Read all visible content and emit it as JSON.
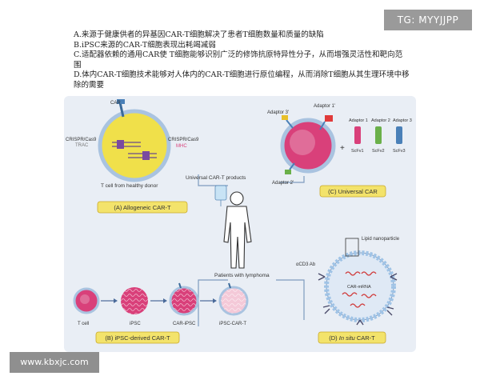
{
  "watermark_top": "TG: MYYJJPP",
  "watermark_bottom": "www.kbxjc.com",
  "options": [
    {
      "id": "A",
      "text": "A.来源于健康供者的异基因CAR-T细胞解决了患者T细胞数量和质量的缺陷"
    },
    {
      "id": "B",
      "text": "B.iPSC来源的CAR-T细胞表现出耗竭减弱"
    },
    {
      "id": "C",
      "text": "C.适配器依赖的通用CAR使 T细胞能够识别广泛的修饰抗原特异性分子，从而增强灵活性和靶向范围"
    },
    {
      "id": "D",
      "text": "D.体内CAR-T细胞技术能够对人体内的CAR-T细胞进行原位编程，从而消除T细胞从其生理环境中移除的需要"
    }
  ],
  "figure": {
    "center": {
      "label": "Universal CAR-T products",
      "patients": "Patients with lymphoma"
    },
    "allogeneic": {
      "badge": "(A) Allogeneic CAR-T",
      "car": "CAR",
      "crispr_left": "CRISPR/Cas9",
      "trac": "TRAC",
      "crispr_right": "CRISPR/Cas9",
      "mhc": "MHC",
      "donor": "T cell from healthy donor"
    },
    "universal": {
      "badge": "(C) Universal CAR",
      "adaptor3": "Adaptor 3'",
      "adaptor1p": "Adaptor 1'",
      "adaptor2p": "Adaptor 2'",
      "adaptor1": "Adaptor 1",
      "adaptor2": "Adaptor 2",
      "adaptor3b": "Adaptor 3",
      "scfv1": "ScFv1",
      "scfv2": "ScFv2",
      "scfv3": "ScFv3",
      "plus": "+"
    },
    "ipsc": {
      "badge": "(B) iPSC-derived CAR-T",
      "tcell": "T cell",
      "ipsc": "iPSC",
      "car_ipsc": "CAR-iPSC",
      "ipsc_car_t": "iPSC-CAR-T"
    },
    "insitu": {
      "badge_prefix": "(D) ",
      "badge_italic": "In situ",
      "badge_suffix": " CAR-T",
      "lipid": "Lipid nanoparticle",
      "cd3": "αCD3 Ab",
      "mrna": "CAR-mRNA"
    }
  },
  "colors": {
    "panel_bg": "#e9eef5",
    "badge_fill": "#f3e36b",
    "badge_stroke": "#c9a92a",
    "yellow_cell": "#f0e04a",
    "pink_cell": "#d9407a",
    "membrane": "#9fc3e6",
    "connector": "#7e9bbf"
  }
}
